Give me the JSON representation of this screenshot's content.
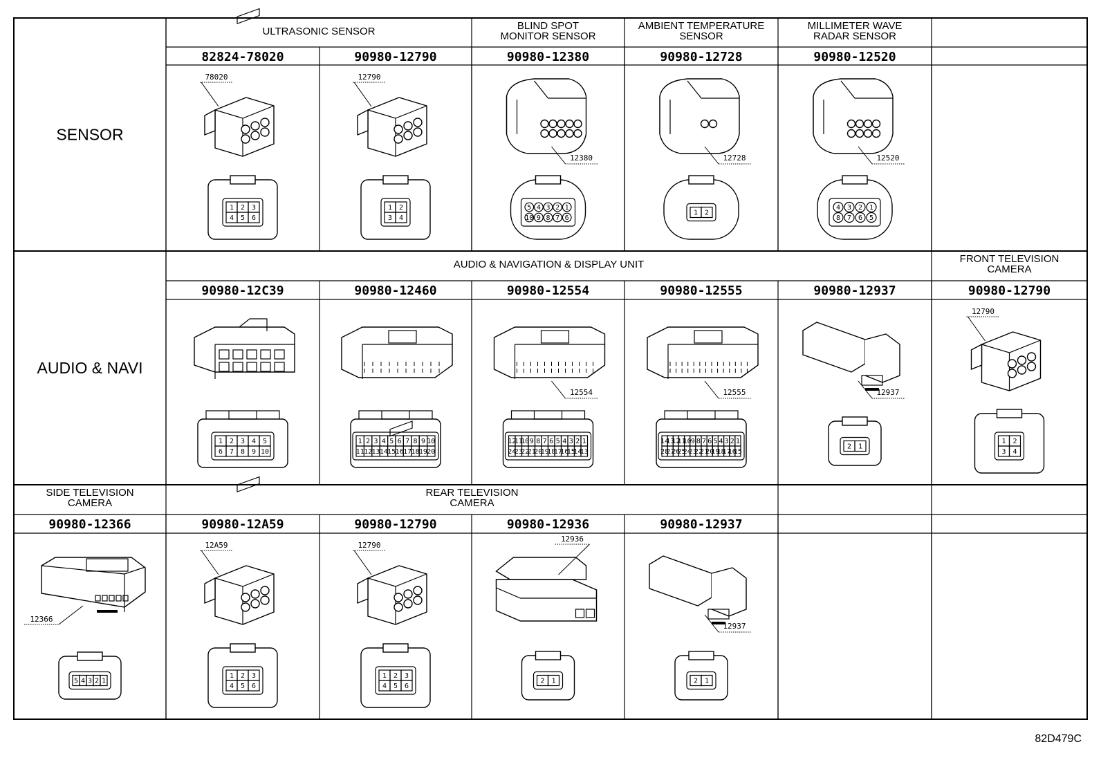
{
  "sections": [
    {
      "category": "SENSOR",
      "groups": [
        {
          "label": [
            "ULTRASONIC SENSOR"
          ]
        },
        {
          "label": [
            "BLIND SPOT",
            "MONITOR SENSOR"
          ]
        },
        {
          "label": [
            "AMBIENT TEMPERATURE",
            "SENSOR"
          ]
        },
        {
          "label": [
            "MILLIMETER WAVE",
            "RADAR SENSOR"
          ]
        },
        {
          "label": []
        }
      ],
      "cells": [
        {
          "part": "82824-78020",
          "callout": "78020",
          "kind": "square6",
          "pins": [
            [
              "1",
              "2",
              "3"
            ],
            [
              "4",
              "5",
              "6"
            ]
          ]
        },
        {
          "part": "90980-12790",
          "callout": "12790",
          "kind": "square6",
          "pins": [
            [
              "1",
              "2"
            ],
            [
              "3",
              "4"
            ]
          ]
        },
        {
          "part": "90980-12380",
          "callout": "12380",
          "kind": "round10",
          "pins": [
            [
              "5",
              "4",
              "3",
              "2",
              "1"
            ],
            [
              "10",
              "9",
              "8",
              "7",
              "6"
            ]
          ]
        },
        {
          "part": "90980-12728",
          "callout": "12728",
          "kind": "round2",
          "pins": [
            [
              "1",
              "2"
            ]
          ]
        },
        {
          "part": "90980-12520",
          "callout": "12520",
          "kind": "round8",
          "pins": [
            [
              "4",
              "3",
              "2",
              "1"
            ],
            [
              "8",
              "7",
              "6",
              "5"
            ]
          ]
        },
        {
          "part": "",
          "callout": "",
          "kind": "empty",
          "pins": []
        }
      ]
    },
    {
      "category": "AUDIO & NAVI",
      "groups": [
        {
          "label": [
            "AUDIO & NAVIGATION & DISPLAY UNIT"
          ]
        },
        {
          "label": [
            "FRONT TELEVISION",
            "CAMERA"
          ]
        }
      ],
      "cells": [
        {
          "part": "90980-12C39",
          "callout": "",
          "kind": "block10",
          "pins": [
            [
              "1",
              "2",
              "3",
              "4",
              "5"
            ],
            [
              "6",
              "7",
              "8",
              "9",
              "10"
            ]
          ]
        },
        {
          "part": "90980-12460",
          "callout": "",
          "kind": "block20",
          "pins": [
            [
              "1",
              "2",
              "3",
              "4",
              "5",
              "6",
              "7",
              "8",
              "9",
              "10"
            ],
            [
              "11",
              "12",
              "13",
              "14",
              "15",
              "16",
              "17",
              "18",
              "19",
              "20"
            ]
          ]
        },
        {
          "part": "90980-12554",
          "callout": "12554",
          "kind": "block24",
          "pins": [
            [
              "12",
              "11",
              "10",
              "9",
              "8",
              "7",
              "6",
              "5",
              "4",
              "3",
              "2",
              "1"
            ],
            [
              "24",
              "23",
              "22",
              "21",
              "20",
              "19",
              "18",
              "17",
              "16",
              "15",
              "14",
              "13"
            ]
          ]
        },
        {
          "part": "90980-12555",
          "callout": "12555",
          "kind": "block28",
          "pins": [
            [
              "14",
              "13",
              "12",
              "11",
              "10",
              "9",
              "8",
              "7",
              "6",
              "5",
              "4",
              "3",
              "2",
              "1"
            ],
            [
              "28",
              "27",
              "26",
              "25",
              "24",
              "23",
              "22",
              "21",
              "20",
              "19",
              "18",
              "17",
              "16",
              "15"
            ]
          ]
        },
        {
          "part": "90980-12937",
          "callout": "12937",
          "kind": "small2",
          "pins": [
            [
              "2",
              "1"
            ]
          ]
        },
        {
          "part": "90980-12790",
          "callout": "12790",
          "kind": "square6",
          "pins": [
            [
              "1",
              "2"
            ],
            [
              "3",
              "4"
            ]
          ]
        }
      ]
    },
    {
      "category": "",
      "groups": [
        {
          "label": [
            "SIDE TELEVISION",
            "CAMERA"
          ]
        },
        {
          "label": [
            "REAR TELEVISION",
            "CAMERA"
          ]
        },
        {
          "label": []
        },
        {
          "label": []
        }
      ],
      "cells": [
        {
          "part": "90980-12366",
          "callout": "12366",
          "kind": "flat5",
          "pins": [
            [
              "5",
              "4",
              "3",
              "2",
              "1"
            ]
          ]
        },
        {
          "part": "90980-12A59",
          "callout": "12A59",
          "kind": "square6",
          "pins": [
            [
              "1",
              "2",
              "3"
            ],
            [
              "4",
              "5",
              "6"
            ]
          ]
        },
        {
          "part": "90980-12790",
          "callout": "12790",
          "kind": "square6",
          "pins": [
            [
              "1",
              "2",
              "3"
            ],
            [
              "4",
              "5",
              "6"
            ]
          ]
        },
        {
          "part": "90980-12936",
          "callout": "12936",
          "kind": "tall2",
          "pins": [
            [
              "2",
              "1"
            ]
          ]
        },
        {
          "part": "90980-12937",
          "callout": "12937",
          "kind": "small2",
          "pins": [
            [
              "2",
              "1"
            ]
          ]
        },
        {
          "part": "",
          "callout": "",
          "kind": "empty",
          "pins": []
        },
        {
          "part": "",
          "callout": "",
          "kind": "empty",
          "pins": []
        }
      ]
    }
  ],
  "footer_code": "82D479C"
}
